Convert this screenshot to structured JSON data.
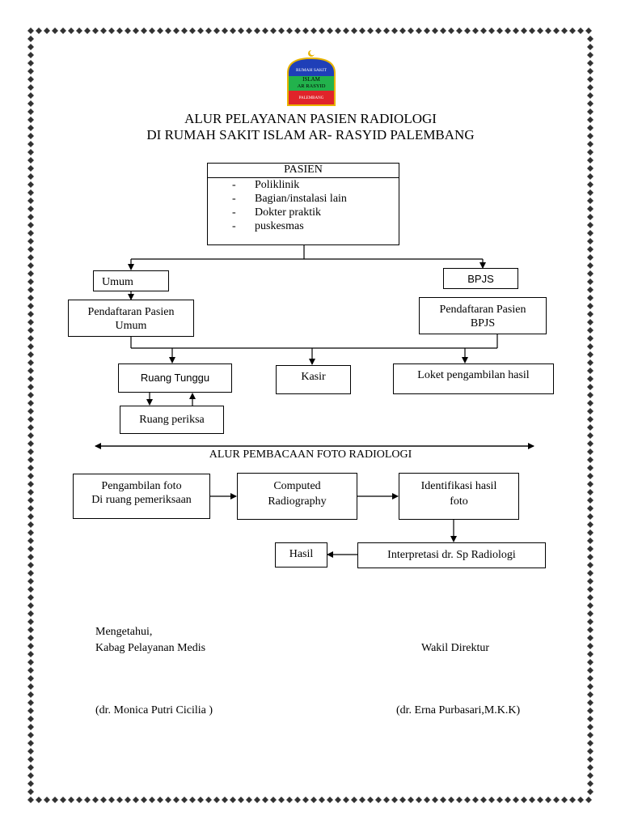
{
  "logo": {
    "line1": "RUMAH SAKIT",
    "line2": "ISLAM",
    "line3": "AR RASYID",
    "line4": "PALEMBANG"
  },
  "title": {
    "line1": "ALUR PELAYANAN PASIEN RADIOLOGI",
    "line2": "DI RUMAH SAKIT ISLAM AR- RASYID PALEMBANG"
  },
  "pasien": {
    "heading": "PASIEN",
    "items": [
      "Poliklinik",
      "Bagian/instalasi lain",
      "Dokter praktik",
      "puskesmas"
    ]
  },
  "flow": {
    "umum": "Umum",
    "bpjs": "BPJS",
    "daftar_umum_1": "Pendaftaran Pasien",
    "daftar_umum_2": "Umum",
    "daftar_bpjs_1": "Pendaftaran Pasien",
    "daftar_bpjs_2": "BPJS",
    "ruang_tunggu": "Ruang Tunggu",
    "kasir": "Kasir",
    "loket": "Loket pengambilan hasil",
    "ruang_periksa": "Ruang periksa"
  },
  "section2": {
    "heading": "ALUR PEMBACAAN FOTO RADIOLOGI",
    "pengambilan_1": "Pengambilan foto",
    "pengambilan_2": "Di ruang pemeriksaan",
    "computed_1": "Computed",
    "computed_2": "Radiography",
    "identifikasi_1": "Identifikasi hasil",
    "identifikasi_2": "foto",
    "interpretasi": "Interpretasi dr. Sp Radiologi",
    "hasil": "Hasil"
  },
  "signatures": {
    "mengetahui": "Mengetahui,",
    "kabag": "Kabag Pelayanan Medis",
    "wakil": "Wakil Direktur",
    "name_left": "(dr. Monica Putri Cicilia )",
    "name_right": "(dr. Erna Purbasari,M.K.K)"
  },
  "colors": {
    "logo_blue": "#1f3fb8",
    "logo_green": "#22b24c",
    "logo_red": "#e0242a",
    "logo_gold": "#e8b400"
  }
}
